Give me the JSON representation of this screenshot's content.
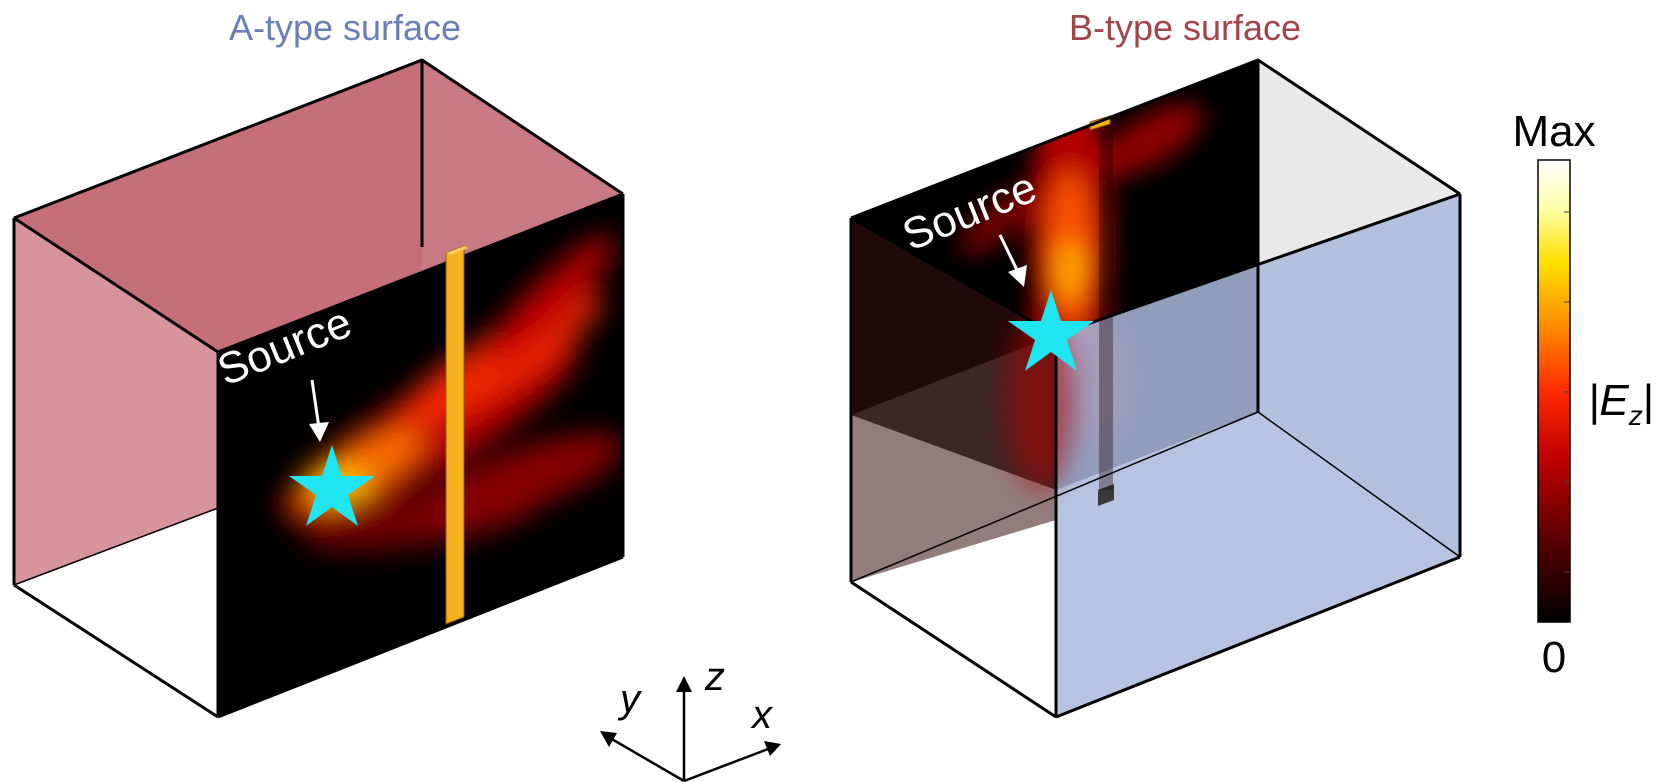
{
  "panels": [
    {
      "title": "A-type surface",
      "title_color": "#6a7fb8",
      "source_label": "Source",
      "shaded_face_color": "#c9727a"
    },
    {
      "title": "B-type surface",
      "title_color": "#a2444a",
      "source_label": "Source",
      "shaded_face_color": "#a9b9dc"
    }
  ],
  "axes": {
    "x": "x",
    "y": "y",
    "z": "z"
  },
  "colorbar": {
    "max_label": "Max",
    "min_label": "0",
    "quantity": "|E",
    "quantity_subscript": "z",
    "quantity_close": "|",
    "colormap": [
      "#000000",
      "#5a0000",
      "#c40000",
      "#ff2a00",
      "#ff8c00",
      "#ffe000",
      "#ffffb0",
      "#ffffff"
    ]
  },
  "colors": {
    "source_star": "#1ee5f0",
    "scatterer_rod": "#f5b21c"
  }
}
